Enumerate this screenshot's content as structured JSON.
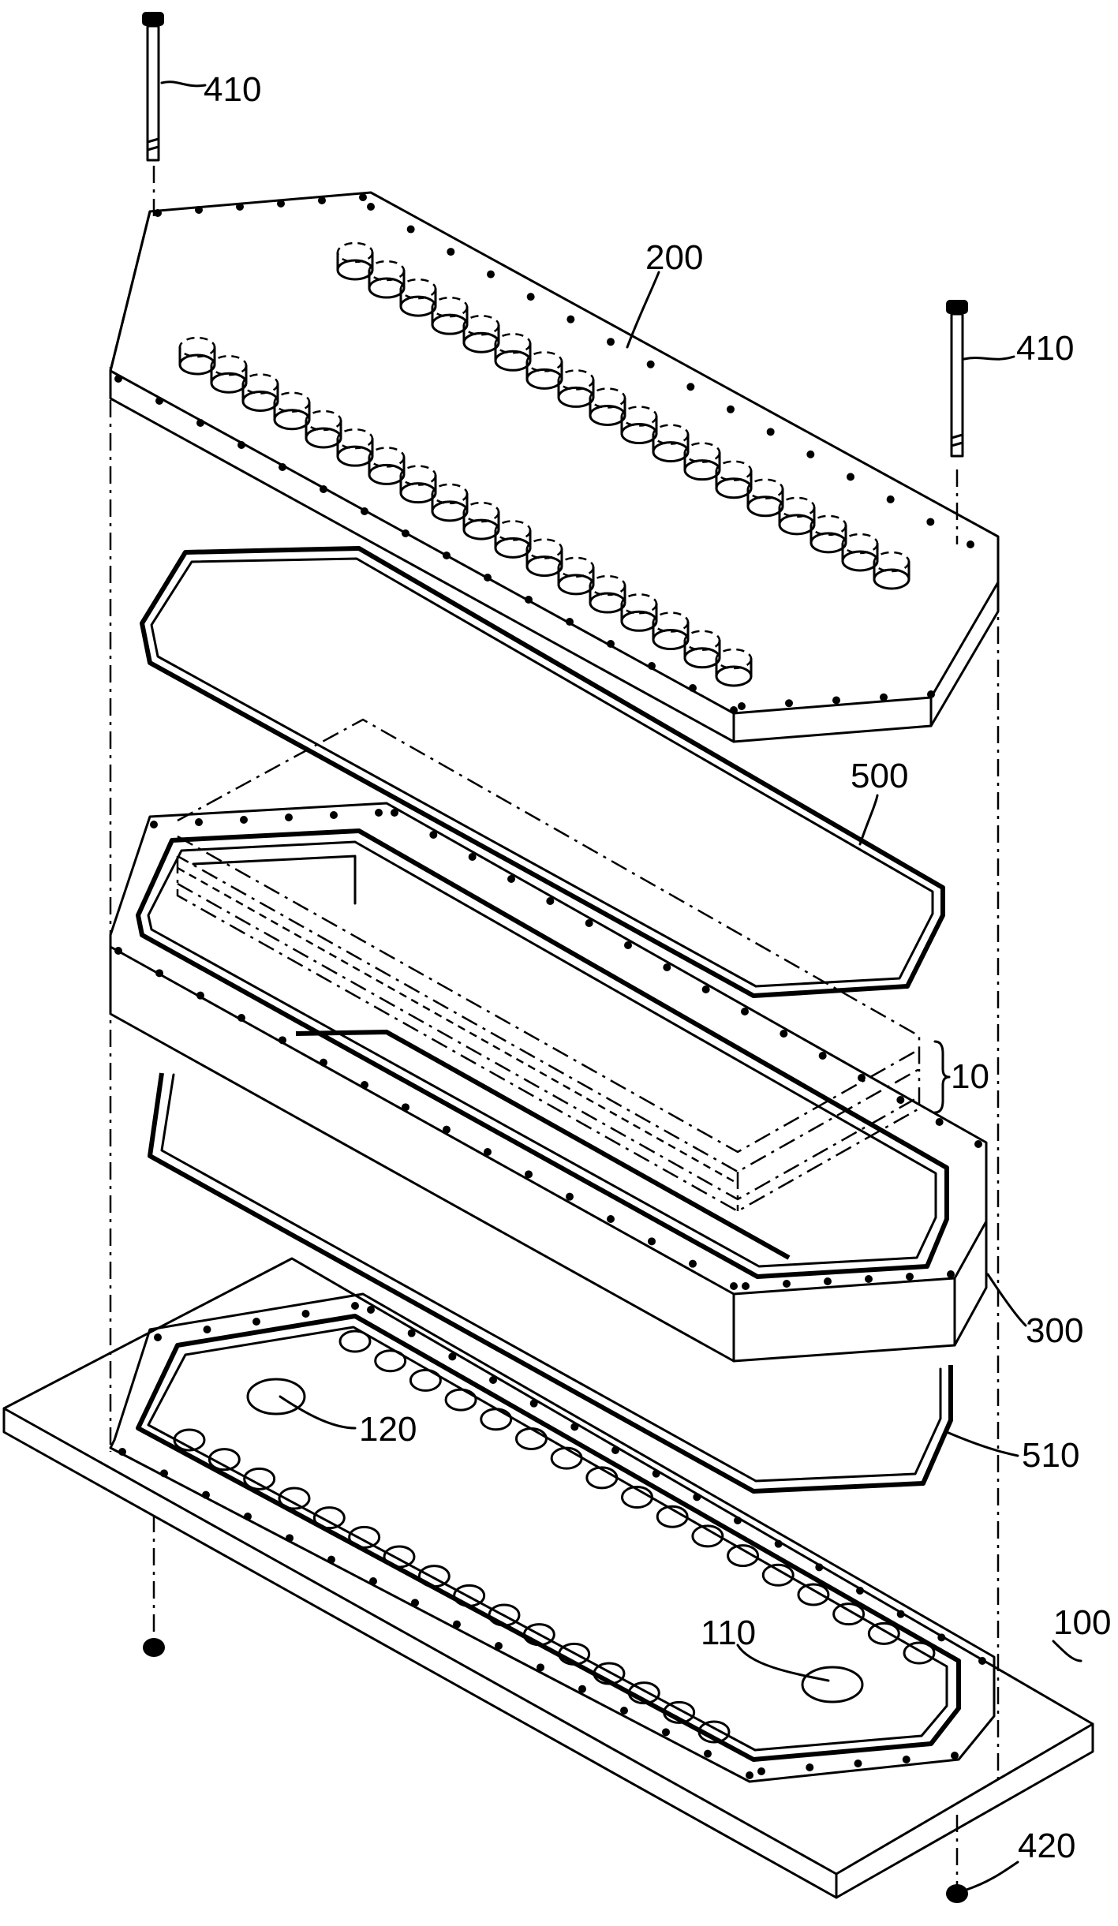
{
  "figure": {
    "labels": {
      "bolt_top_left": "410",
      "bolt_top_right": "410",
      "upper_plate": "200",
      "upper_gasket": "500",
      "stack": "10",
      "frame": "300",
      "lower_gasket": "510",
      "port_left": "120",
      "port_right": "110",
      "base_plate": "100",
      "nut": "420"
    },
    "components": [
      {
        "id": "410",
        "name": "bolt-top-left"
      },
      {
        "id": "410",
        "name": "bolt-top-right"
      },
      {
        "id": "200",
        "name": "upper-plate"
      },
      {
        "id": "500",
        "name": "upper-gasket"
      },
      {
        "id": "10",
        "name": "plate-stack"
      },
      {
        "id": "300",
        "name": "frame"
      },
      {
        "id": "510",
        "name": "lower-gasket"
      },
      {
        "id": "120",
        "name": "port-left"
      },
      {
        "id": "110",
        "name": "port-right"
      },
      {
        "id": "100",
        "name": "base-plate"
      },
      {
        "id": "420",
        "name": "nut-bottom-right"
      }
    ],
    "line_color": "#000000",
    "background": "#ffffff"
  }
}
